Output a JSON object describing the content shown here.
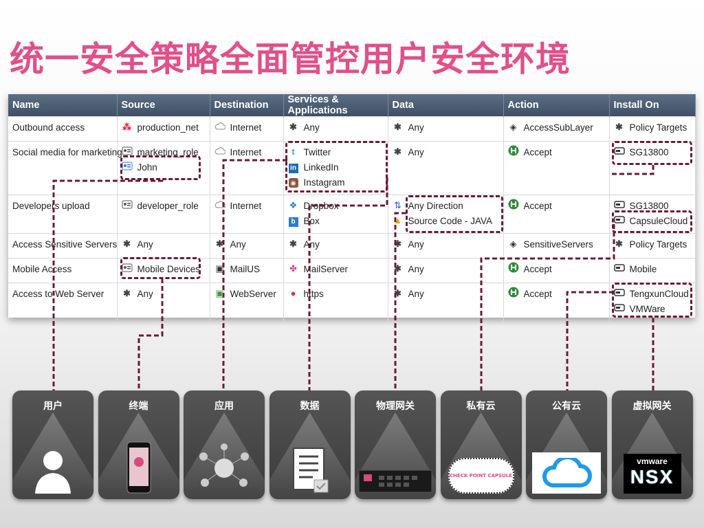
{
  "title": "统一安全策略全面管控用户安全环境",
  "table": {
    "headers": [
      "Name",
      "Source",
      "Destination",
      "Services & Applications",
      "Data",
      "Action",
      "Install On"
    ],
    "rows": [
      {
        "name": "Outbound access",
        "source": [
          {
            "icon": "network-group-icon",
            "text": "production_net"
          }
        ],
        "destination": [
          {
            "icon": "cloud-icon",
            "text": "Internet"
          }
        ],
        "services": [
          {
            "icon": "asterisk-icon",
            "text": "Any"
          }
        ],
        "data": [
          {
            "icon": "asterisk-icon",
            "text": "Any"
          }
        ],
        "action": [
          {
            "icon": "layers-icon",
            "text": "AccessSubLayer"
          }
        ],
        "install": [
          {
            "icon": "asterisk-icon",
            "text": "Policy Targets"
          }
        ]
      },
      {
        "name": "Social media for marketing",
        "source": [
          {
            "icon": "role-icon",
            "text": "marketing_role"
          },
          {
            "icon": "user-card-icon",
            "text": "John"
          }
        ],
        "destination": [
          {
            "icon": "cloud-icon",
            "text": "Internet"
          }
        ],
        "services": [
          {
            "icon": "twitter-icon",
            "text": "Twitter"
          },
          {
            "icon": "linkedin-icon",
            "text": "LinkedIn"
          },
          {
            "icon": "instagram-icon",
            "text": "Instagram"
          }
        ],
        "data": [
          {
            "icon": "asterisk-icon",
            "text": "Any"
          }
        ],
        "action": [
          {
            "icon": "accept-icon",
            "text": "Accept"
          }
        ],
        "install": [
          {
            "icon": "gateway-icon",
            "text": "SG13800"
          }
        ]
      },
      {
        "name": "Developers upload",
        "source": [
          {
            "icon": "role-icon",
            "text": "developer_role"
          }
        ],
        "destination": [
          {
            "icon": "cloud-icon",
            "text": "Internet"
          }
        ],
        "services": [
          {
            "icon": "dropbox-icon",
            "text": "Dropbox"
          },
          {
            "icon": "box-icon",
            "text": "Box"
          }
        ],
        "data": [
          {
            "icon": "direction-icon",
            "text": "Any Direction"
          },
          {
            "icon": "warning-icon",
            "text": "Source Code - JAVA"
          }
        ],
        "action": [
          {
            "icon": "accept-icon",
            "text": "Accept"
          }
        ],
        "install": [
          {
            "icon": "gateway-icon",
            "text": "SG13800"
          },
          {
            "icon": "gateway-icon",
            "text": "CapsuleCloud"
          }
        ]
      },
      {
        "name": "Access Sensitive Servers",
        "source": [
          {
            "icon": "asterisk-icon",
            "text": "Any"
          }
        ],
        "destination": [
          {
            "icon": "asterisk-icon",
            "text": "Any"
          }
        ],
        "services": [
          {
            "icon": "asterisk-icon",
            "text": "Any"
          }
        ],
        "data": [
          {
            "icon": "asterisk-icon",
            "text": "Any"
          }
        ],
        "action": [
          {
            "icon": "layers-icon",
            "text": "SensitiveServers"
          }
        ],
        "install": [
          {
            "icon": "asterisk-icon",
            "text": "Policy Targets"
          }
        ]
      },
      {
        "name": "Mobile Access",
        "source": [
          {
            "icon": "role-icon",
            "text": "Mobile Devices"
          }
        ],
        "destination": [
          {
            "icon": "server-icon",
            "text": "MailUS"
          }
        ],
        "services": [
          {
            "icon": "app-icon",
            "text": "MailServer"
          }
        ],
        "data": [
          {
            "icon": "asterisk-icon",
            "text": "Any"
          }
        ],
        "action": [
          {
            "icon": "accept-icon",
            "text": "Accept"
          }
        ],
        "install": [
          {
            "icon": "gateway-icon",
            "text": "Mobile"
          }
        ]
      },
      {
        "name": "Access to Web Server",
        "source": [
          {
            "icon": "asterisk-icon",
            "text": "Any"
          }
        ],
        "destination": [
          {
            "icon": "server-green-icon",
            "text": "WebServer"
          }
        ],
        "services": [
          {
            "icon": "protocol-icon",
            "text": "https"
          }
        ],
        "data": [
          {
            "icon": "asterisk-icon",
            "text": "Any"
          }
        ],
        "action": [
          {
            "icon": "accept-icon",
            "text": "Accept"
          }
        ],
        "install": [
          {
            "icon": "gateway-icon",
            "text": "TengxunCloud"
          },
          {
            "icon": "gateway-icon",
            "text": "VMWare"
          }
        ]
      }
    ]
  },
  "cards": [
    {
      "label": "用户",
      "art": "user-silhouette-icon"
    },
    {
      "label": "终端",
      "art": "smartphone-icon"
    },
    {
      "label": "应用",
      "art": "app-network-icon"
    },
    {
      "label": "数据",
      "art": "document-icon"
    },
    {
      "label": "物理网关",
      "art": "appliance-icon"
    },
    {
      "label": "私有云",
      "art": "capsule-cloud-icon"
    },
    {
      "label": "公有云",
      "art": "tencent-cloud-icon"
    },
    {
      "label": "虚拟网关",
      "art": "vmware-nsx-icon",
      "art_text": [
        "vmware",
        "NSX"
      ]
    }
  ],
  "art_text": {
    "capsule": "CHECK POINT CAPSULE"
  },
  "colors": {
    "title": "#e0508a",
    "header": "#4a5b70",
    "dash": "#6a1b33",
    "card": "#444444",
    "accept": "#2e8b3a"
  }
}
